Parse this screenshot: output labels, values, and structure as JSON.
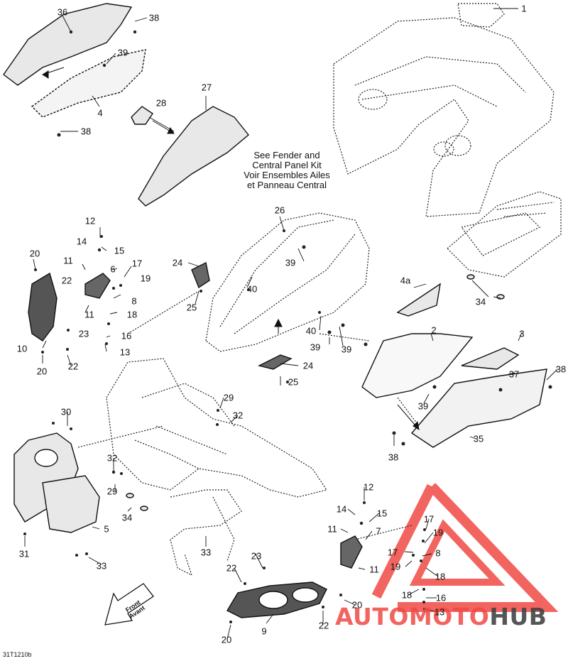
{
  "figure_code": "31T1210b",
  "note_lines": [
    "See Fender and",
    "Central Panel Kit",
    "Voir Ensembles Ailes",
    "et Panneau Central"
  ],
  "front_arrow": {
    "line1": "Front",
    "line2": "Avant"
  },
  "watermark": {
    "part1": "AUTOMOTO",
    "part2": "HUB",
    "color_primary": "#f04a45",
    "color_secondary": "#444444"
  },
  "callouts": [
    {
      "id": "c-1",
      "text": "1"
    },
    {
      "id": "c-36",
      "text": "36"
    },
    {
      "id": "c-38a",
      "text": "38"
    },
    {
      "id": "c-39a",
      "text": "39"
    },
    {
      "id": "c-4",
      "text": "4"
    },
    {
      "id": "c-38b",
      "text": "38"
    },
    {
      "id": "c-28",
      "text": "28"
    },
    {
      "id": "c-27",
      "text": "27"
    },
    {
      "id": "c-26",
      "text": "26"
    },
    {
      "id": "c-39b",
      "text": "39"
    },
    {
      "id": "c-40a",
      "text": "40"
    },
    {
      "id": "c-40b",
      "text": "40"
    },
    {
      "id": "c-39c",
      "text": "39"
    },
    {
      "id": "c-39d",
      "text": "39"
    },
    {
      "id": "c-24a",
      "text": "24"
    },
    {
      "id": "c-25a",
      "text": "25"
    },
    {
      "id": "c-24b",
      "text": "24"
    },
    {
      "id": "c-25b",
      "text": "25"
    },
    {
      "id": "c-4a",
      "text": "4a"
    },
    {
      "id": "c-34a",
      "text": "34"
    },
    {
      "id": "c-2",
      "text": "2"
    },
    {
      "id": "c-3",
      "text": "3"
    },
    {
      "id": "c-37",
      "text": "37"
    },
    {
      "id": "c-38c",
      "text": "38"
    },
    {
      "id": "c-39e",
      "text": "39"
    },
    {
      "id": "c-35",
      "text": "35"
    },
    {
      "id": "c-38d",
      "text": "38"
    },
    {
      "id": "c-12a",
      "text": "12"
    },
    {
      "id": "c-14a",
      "text": "14"
    },
    {
      "id": "c-15a",
      "text": "15"
    },
    {
      "id": "c-20a",
      "text": "20"
    },
    {
      "id": "c-11a",
      "text": "11"
    },
    {
      "id": "c-6",
      "text": "6"
    },
    {
      "id": "c-17a",
      "text": "17"
    },
    {
      "id": "c-22a",
      "text": "22"
    },
    {
      "id": "c-19a",
      "text": "19"
    },
    {
      "id": "c-8a",
      "text": "8"
    },
    {
      "id": "c-11b",
      "text": "11"
    },
    {
      "id": "c-18a",
      "text": "18"
    },
    {
      "id": "c-23a",
      "text": "23"
    },
    {
      "id": "c-16a",
      "text": "16"
    },
    {
      "id": "c-10",
      "text": "10"
    },
    {
      "id": "c-13a",
      "text": "13"
    },
    {
      "id": "c-20b",
      "text": "20"
    },
    {
      "id": "c-22b",
      "text": "22"
    },
    {
      "id": "c-30",
      "text": "30"
    },
    {
      "id": "c-29a",
      "text": "29"
    },
    {
      "id": "c-32a",
      "text": "32"
    },
    {
      "id": "c-32b",
      "text": "32"
    },
    {
      "id": "c-29b",
      "text": "29"
    },
    {
      "id": "c-34b",
      "text": "34"
    },
    {
      "id": "c-5",
      "text": "5"
    },
    {
      "id": "c-31",
      "text": "31"
    },
    {
      "id": "c-33a",
      "text": "33"
    },
    {
      "id": "c-33b",
      "text": "33"
    },
    {
      "id": "c-12b",
      "text": "12"
    },
    {
      "id": "c-14b",
      "text": "14"
    },
    {
      "id": "c-15b",
      "text": "15"
    },
    {
      "id": "c-17b",
      "text": "17"
    },
    {
      "id": "c-11c",
      "text": "11"
    },
    {
      "id": "c-7",
      "text": "7"
    },
    {
      "id": "c-19b",
      "text": "19"
    },
    {
      "id": "c-17c",
      "text": "17"
    },
    {
      "id": "c-8b",
      "text": "8"
    },
    {
      "id": "c-19c",
      "text": "19"
    },
    {
      "id": "c-11d",
      "text": "11"
    },
    {
      "id": "c-18b",
      "text": "18"
    },
    {
      "id": "c-23b",
      "text": "23"
    },
    {
      "id": "c-22c",
      "text": "22"
    },
    {
      "id": "c-18c",
      "text": "18"
    },
    {
      "id": "c-16b",
      "text": "16"
    },
    {
      "id": "c-20c",
      "text": "20"
    },
    {
      "id": "c-13b",
      "text": "13"
    },
    {
      "id": "c-22d",
      "text": "22"
    },
    {
      "id": "c-9",
      "text": "9"
    },
    {
      "id": "c-20d",
      "text": "20"
    }
  ]
}
